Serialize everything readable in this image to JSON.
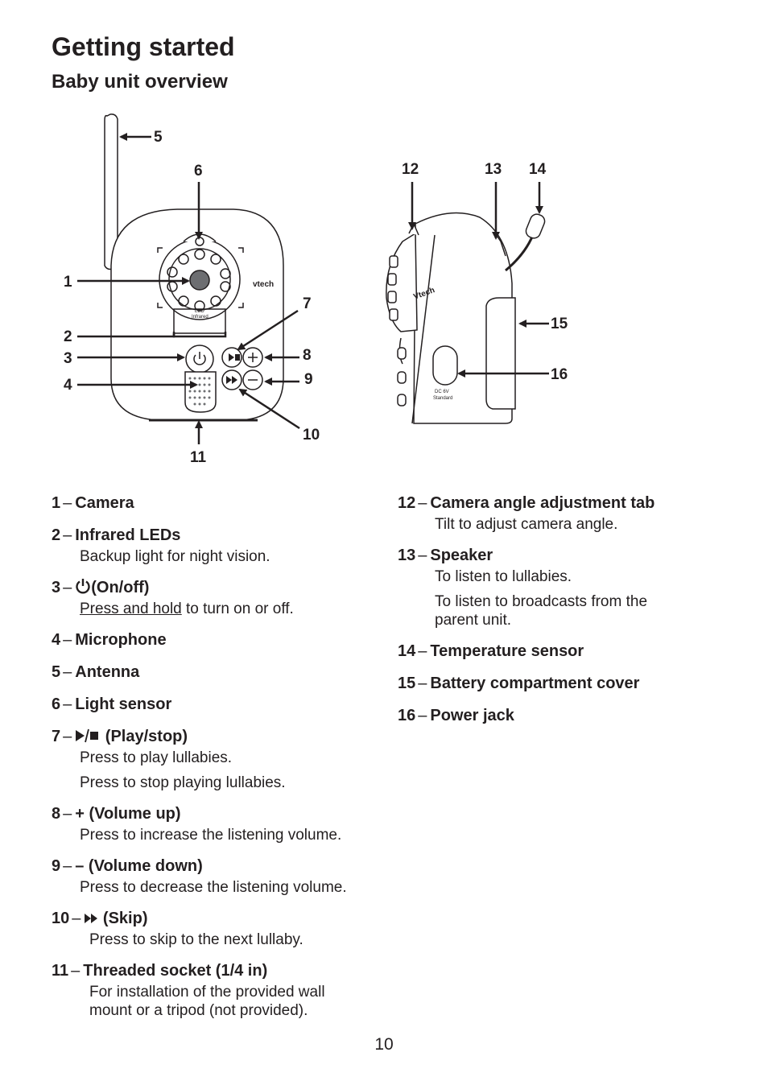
{
  "page": {
    "title": "Getting started",
    "subtitle": "Baby unit overview",
    "page_number": "10"
  },
  "diagram": {
    "front_callouts": [
      "1",
      "2",
      "3",
      "4",
      "5",
      "6",
      "7",
      "8",
      "9",
      "10",
      "11"
    ],
    "side_callouts": [
      "12",
      "13",
      "14",
      "15",
      "16"
    ],
    "front_brand": "vtech",
    "side_brand": "Vtech",
    "led_label_1": "LED",
    "led_label_2": "Infrared",
    "dc_label_1": "DC 6V",
    "dc_label_2": "Standard"
  },
  "left_items": [
    {
      "num": "1",
      "title": "Camera"
    },
    {
      "num": "2",
      "title": "Infrared LEDs",
      "desc": "Backup light for night vision."
    },
    {
      "num": "3",
      "icon": "power-icon",
      "title": "(On/off)",
      "desc_underlined": "Press and hold",
      "desc_rest": " to turn on or off."
    },
    {
      "num": "4",
      "title": "Microphone"
    },
    {
      "num": "5",
      "title": "Antenna"
    },
    {
      "num": "6",
      "title": "Light sensor"
    },
    {
      "num": "7",
      "icon": "play-stop-icon",
      "title": " (Play/stop)",
      "desc1": "Press to play lullabies.",
      "desc2": "Press to stop playing lullabies."
    },
    {
      "num": "8",
      "title": "+ (Volume up)",
      "desc": "Press to increase the listening volume."
    },
    {
      "num": "9",
      "title": "– (Volume down)",
      "desc": "Press to decrease the listening volume."
    },
    {
      "num": "10",
      "icon": "skip-icon",
      "title": " (Skip)",
      "desc": "Press to skip to the next lullaby."
    },
    {
      "num": "11",
      "title": "Threaded socket (1/4 in)",
      "desc": "For installation of the provided wall mount or a tripod (not provided)."
    }
  ],
  "right_items": [
    {
      "num": "12",
      "title": "Camera angle adjustment tab",
      "desc": "Tilt to adjust camera angle."
    },
    {
      "num": "13",
      "title": "Speaker",
      "desc1": "To listen to lullabies.",
      "desc2": "To listen to broadcasts from the parent unit."
    },
    {
      "num": "14",
      "title": "Temperature sensor"
    },
    {
      "num": "15",
      "title": "Battery compartment cover"
    },
    {
      "num": "16",
      "title": "Power jack"
    }
  ],
  "dash": "–"
}
